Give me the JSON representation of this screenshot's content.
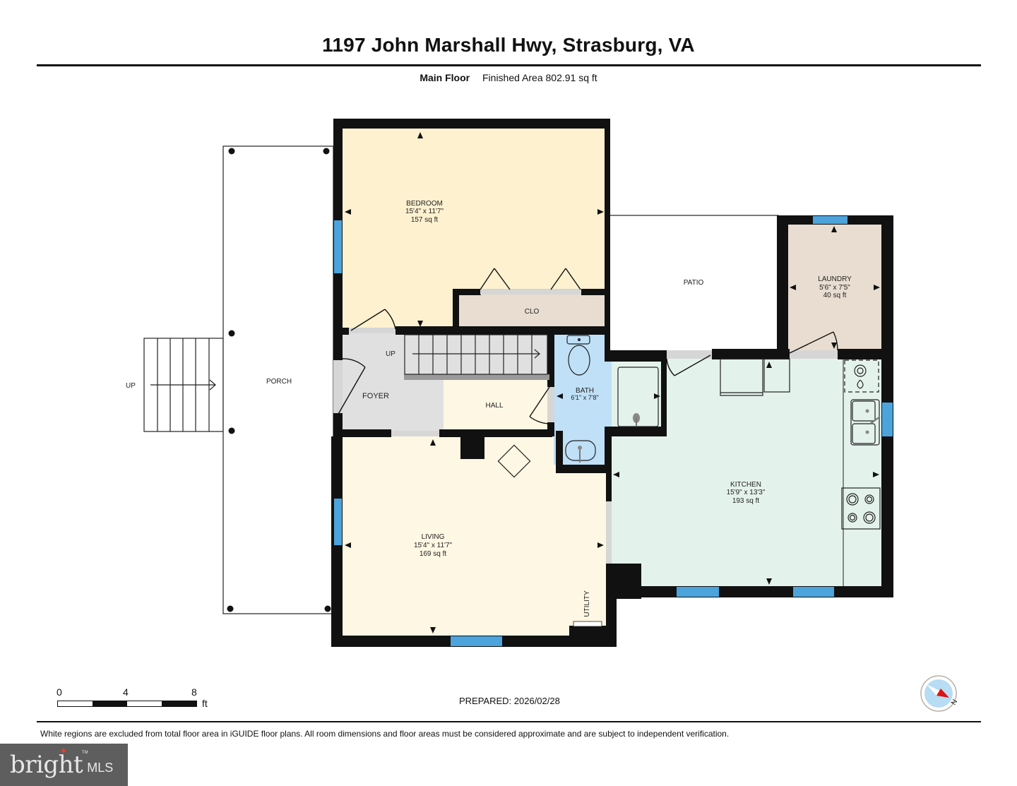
{
  "header": {
    "title": "1197 John Marshall Hwy, Strasburg, VA",
    "floor_name": "Main Floor",
    "finished_area": "Finished Area 802.91 sq ft"
  },
  "colors": {
    "wall": "#111111",
    "bedroom": "#fdf1cf",
    "living": "#fef7e3",
    "closet": "#e8ddd0",
    "laundry": "#e8ddd0",
    "bath": "#bfe0f7",
    "kitchen": "#e4f2ec",
    "foyer": "#e0e0e0",
    "hall": "#fef7e3",
    "window": "#4da3dc",
    "compass_red": "#e01010",
    "compass_bg": "#b7dcf4",
    "logo_bg": "#5e5e5e"
  },
  "rooms": {
    "bedroom": {
      "name": "BEDROOM",
      "dims": "15'4\" x 11'7\"",
      "area": "157 sq ft"
    },
    "living": {
      "name": "LIVING",
      "dims": "15'4\" x 11'7\"",
      "area": "169 sq ft"
    },
    "kitchen": {
      "name": "KITCHEN",
      "dims": "15'9\" x 13'3\"",
      "area": "193 sq ft"
    },
    "laundry": {
      "name": "LAUNDRY",
      "dims": "5'6\" x 7'5\"",
      "area": "40 sq ft"
    },
    "bath": {
      "name": "BATH",
      "dims": "6'1\" x 7'8\""
    },
    "closet": {
      "name": "CLO"
    },
    "foyer": {
      "name": "FOYER"
    },
    "hall": {
      "name": "HALL"
    },
    "patio": {
      "name": "PATIO"
    },
    "porch": {
      "name": "PORCH"
    },
    "utility": {
      "name": "UTILITY"
    },
    "stairs_interior": {
      "label": "UP"
    },
    "stairs_exterior": {
      "label": "UP"
    }
  },
  "scale_bar": {
    "ticks": [
      "0",
      "4",
      "8"
    ],
    "unit": "ft"
  },
  "prepared": "PREPARED: 2026/02/28",
  "compass": {
    "label": "N"
  },
  "disclaimer": "White regions are excluded from total floor area in iGUIDE floor plans. All room dimensions and floor areas must be considered approximate and are subject to independent verification.",
  "logo": {
    "word": "bright",
    "suffix": "MLS",
    "tm": "TM"
  }
}
